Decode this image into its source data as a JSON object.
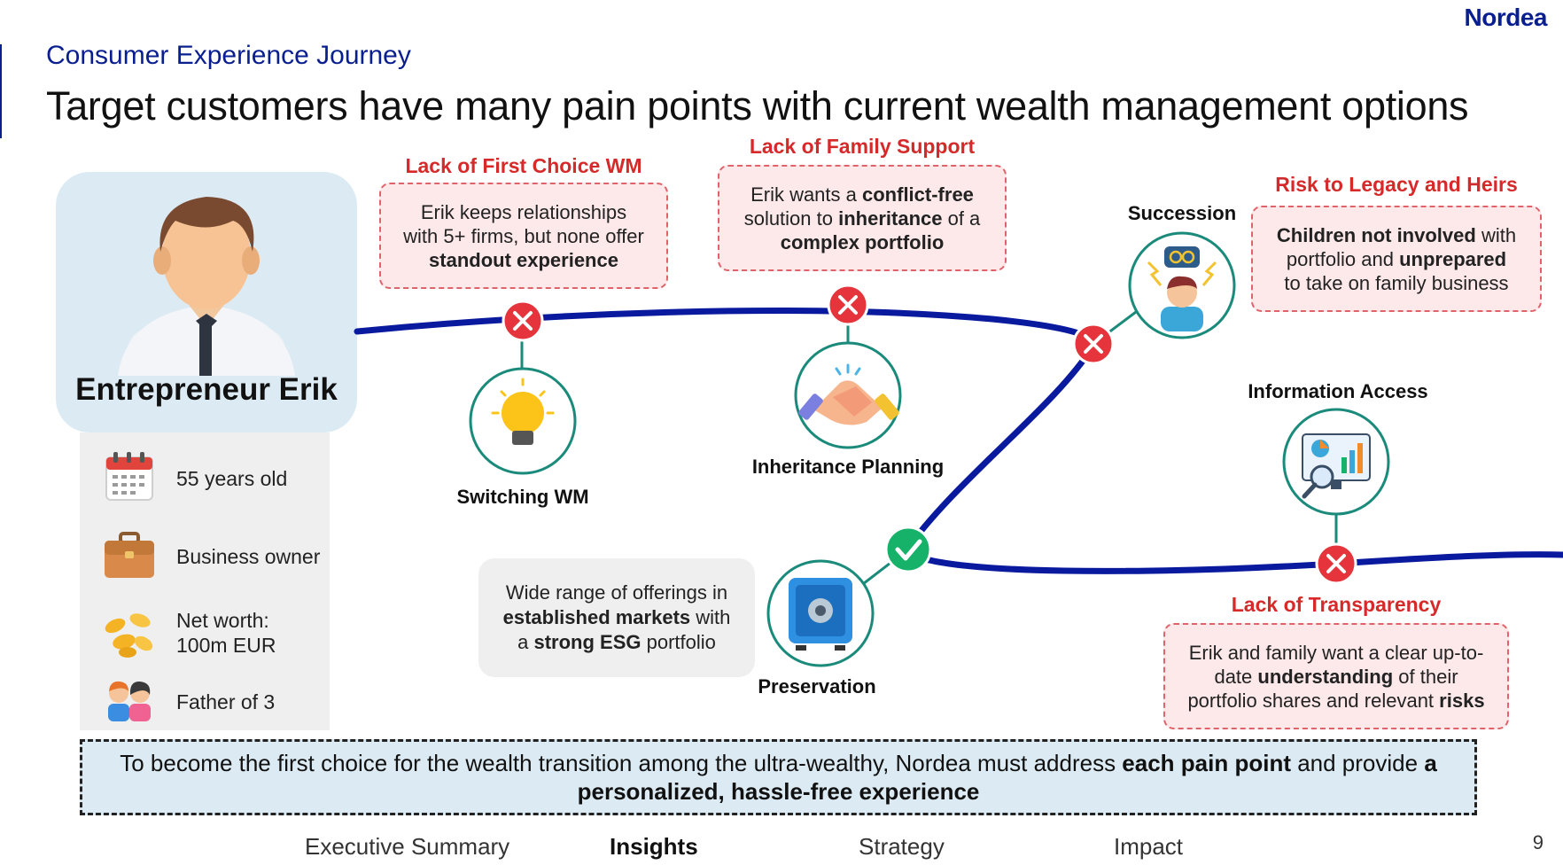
{
  "brand": "Nordea",
  "kicker": "Consumer Experience Journey",
  "headline": "Target customers have many pain points with current wealth management options",
  "persona": {
    "name": "Entrepreneur Erik",
    "facts": [
      {
        "icon": "calendar-icon",
        "text": "55 years old"
      },
      {
        "icon": "briefcase-icon",
        "text": "Business owner"
      },
      {
        "icon": "coins-icon",
        "line1": "Net worth:",
        "line2": "100m EUR"
      },
      {
        "icon": "children-icon",
        "text": "Father of 3"
      }
    ]
  },
  "stages": {
    "switching": "Switching WM",
    "inheritance": "Inheritance Planning",
    "succession": "Succession",
    "preservation": "Preservation",
    "information": "Information Access"
  },
  "pain_points": {
    "first_choice": {
      "title": "Lack of First Choice WM",
      "l1": "Erik keeps relationships",
      "l2": "with 5+ firms, but none offer",
      "l3": "standout experience"
    },
    "family_support": {
      "title": "Lack of Family Support",
      "l1a": "Erik wants a ",
      "l1b": "conflict-free",
      "l2a": "solution to ",
      "l2b": "inheritance",
      "l2c": " of a",
      "l3": "complex portfolio"
    },
    "legacy": {
      "title": "Risk to Legacy and Heirs",
      "l1a": "Children not involved",
      "l1b": " with",
      "l2a": "portfolio and ",
      "l2b": "unprepared",
      "l3": "to take on family business"
    },
    "transparency": {
      "title": "Lack of Transparency",
      "l1": "Erik and family want a clear up-to-",
      "l2a": "date ",
      "l2b": "understanding",
      "l2c": " of their",
      "l3a": "portfolio shares and relevant ",
      "l3b": "risks"
    }
  },
  "strength": {
    "l1": "Wide range of offerings in",
    "l2a": "established markets",
    "l2b": " with",
    "l3a": "a ",
    "l3b": "strong ESG",
    "l3c": " portfolio"
  },
  "callout": {
    "a": "To become the first choice for the wealth transition among the ultra-wealthy, Nordea must address ",
    "b": "each pain point",
    "c": " and provide ",
    "d": "a personalized, hassle-free experience"
  },
  "nav": [
    "Executive Summary",
    "Insights",
    "Strategy",
    "Impact"
  ],
  "nav_active": "Insights",
  "page_number": "9",
  "colors": {
    "brand_blue": "#0a1f8f",
    "journey_line": "#0a1a9e",
    "pain_red": "#e5343c",
    "pain_title": "#d62a2a",
    "ok_green": "#17b26a",
    "connector_teal": "#1a8a7a",
    "persona_bg": "#dcebf3"
  }
}
